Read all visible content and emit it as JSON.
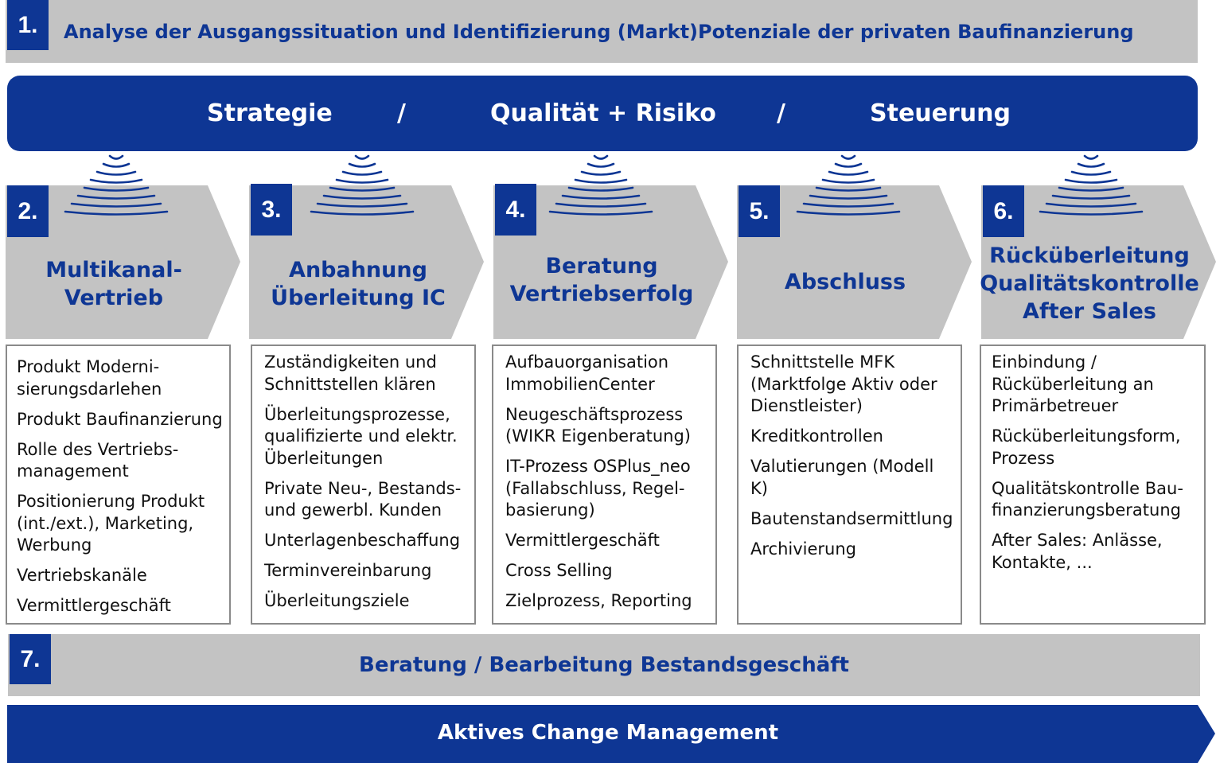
{
  "header": {
    "number": "1.",
    "title": "Analyse der Ausgangssituation und Identifizierung (Markt)Potenziale der privaten Baufinanzierung"
  },
  "band": {
    "item1": "Strategie",
    "sep1": "/",
    "item2": "Qualität + Risiko",
    "sep2": "/",
    "item3": "Steuerung"
  },
  "steps": [
    {
      "number": "2.",
      "title_lines": [
        "Multikanal-",
        "Vertrieb"
      ],
      "items": [
        "Produkt Moderni-sierungsdarlehen",
        "Produkt Baufinanzierung",
        "Rolle des Vertriebs-management",
        "Positionierung Produkt (int./ext.), Marketing, Werbung",
        "Vertriebskanäle",
        "Vermittlergeschäft"
      ]
    },
    {
      "number": "3.",
      "title_lines": [
        "Anbahnung",
        "Überleitung IC"
      ],
      "items": [
        "Zuständigkeiten und Schnittstellen klären",
        "Überleitungsprozesse, qualifizierte und elektr. Überleitungen",
        "Private Neu-, Bestands- und gewerbl. Kunden",
        "Unterlagenbeschaffung",
        "Terminvereinbarung",
        "Überleitungsziele"
      ]
    },
    {
      "number": "4.",
      "title_lines": [
        "Beratung",
        "Vertriebserfolg"
      ],
      "items": [
        "Aufbauorganisation ImmobilienCenter",
        "Neugeschäftsprozess (WIKR Eigenberatung)",
        "IT-Prozess OSPlus_neo (Fallabschluss, Regel-basierung)",
        "Vermittlergeschäft",
        "Cross Selling",
        "Zielprozess, Reporting"
      ]
    },
    {
      "number": "5.",
      "title_lines": [
        "Abschluss"
      ],
      "items": [
        "Schnittstelle MFK (Marktfolge Aktiv oder Dienstleister)",
        "Kreditkontrollen",
        "Valutierungen (Modell K)",
        "Bautenstandsermittlung",
        "Archivierung"
      ]
    },
    {
      "number": "6.",
      "title_lines": [
        "Rücküberleitung",
        "Qualitätskontrolle",
        "After Sales"
      ],
      "items": [
        "Einbindung / Rücküberleitung an Primärbetreuer",
        "Rücküberleitungsform, Prozess",
        "Qualitätskontrolle Bau-finanzierungsberatung",
        "After Sales: Anlässe, Kontakte, ..."
      ]
    }
  ],
  "footer": {
    "number": "7.",
    "title": "Beratung / Bearbeitung Bestandsgeschäft",
    "change": "Aktives Change Management"
  },
  "colors": {
    "brand_blue": "#0e3694",
    "grey": "#c3c3c3",
    "card_border": "#8a8a8a"
  }
}
